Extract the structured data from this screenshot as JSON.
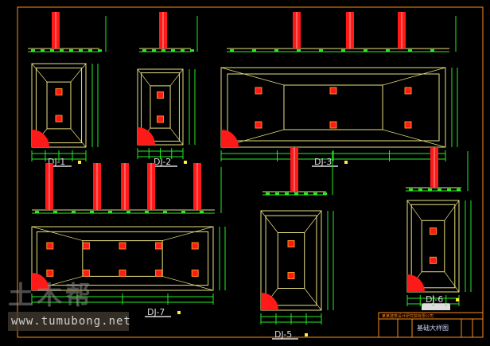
{
  "drawing": {
    "title": "基础大样图",
    "title_block_header": "某某建筑设计研究院有限公司",
    "footings": [
      {
        "id": "dj1",
        "label": "DJ-1"
      },
      {
        "id": "dj2",
        "label": "DJ-2"
      },
      {
        "id": "dj3",
        "label": "DJ-3"
      },
      {
        "id": "dj7",
        "label": "DJ-7"
      },
      {
        "id": "dj5",
        "label": "DJ-5"
      },
      {
        "id": "dj6",
        "label": "DJ-6"
      }
    ]
  },
  "watermark": {
    "logo": "土木帮",
    "url": "www.tumubong.net"
  },
  "colors": {
    "background": "#000000",
    "frame": "#ff8c1a",
    "outline": "#e8e080",
    "column": "#ff1a1a",
    "dimension": "#22ee22"
  }
}
